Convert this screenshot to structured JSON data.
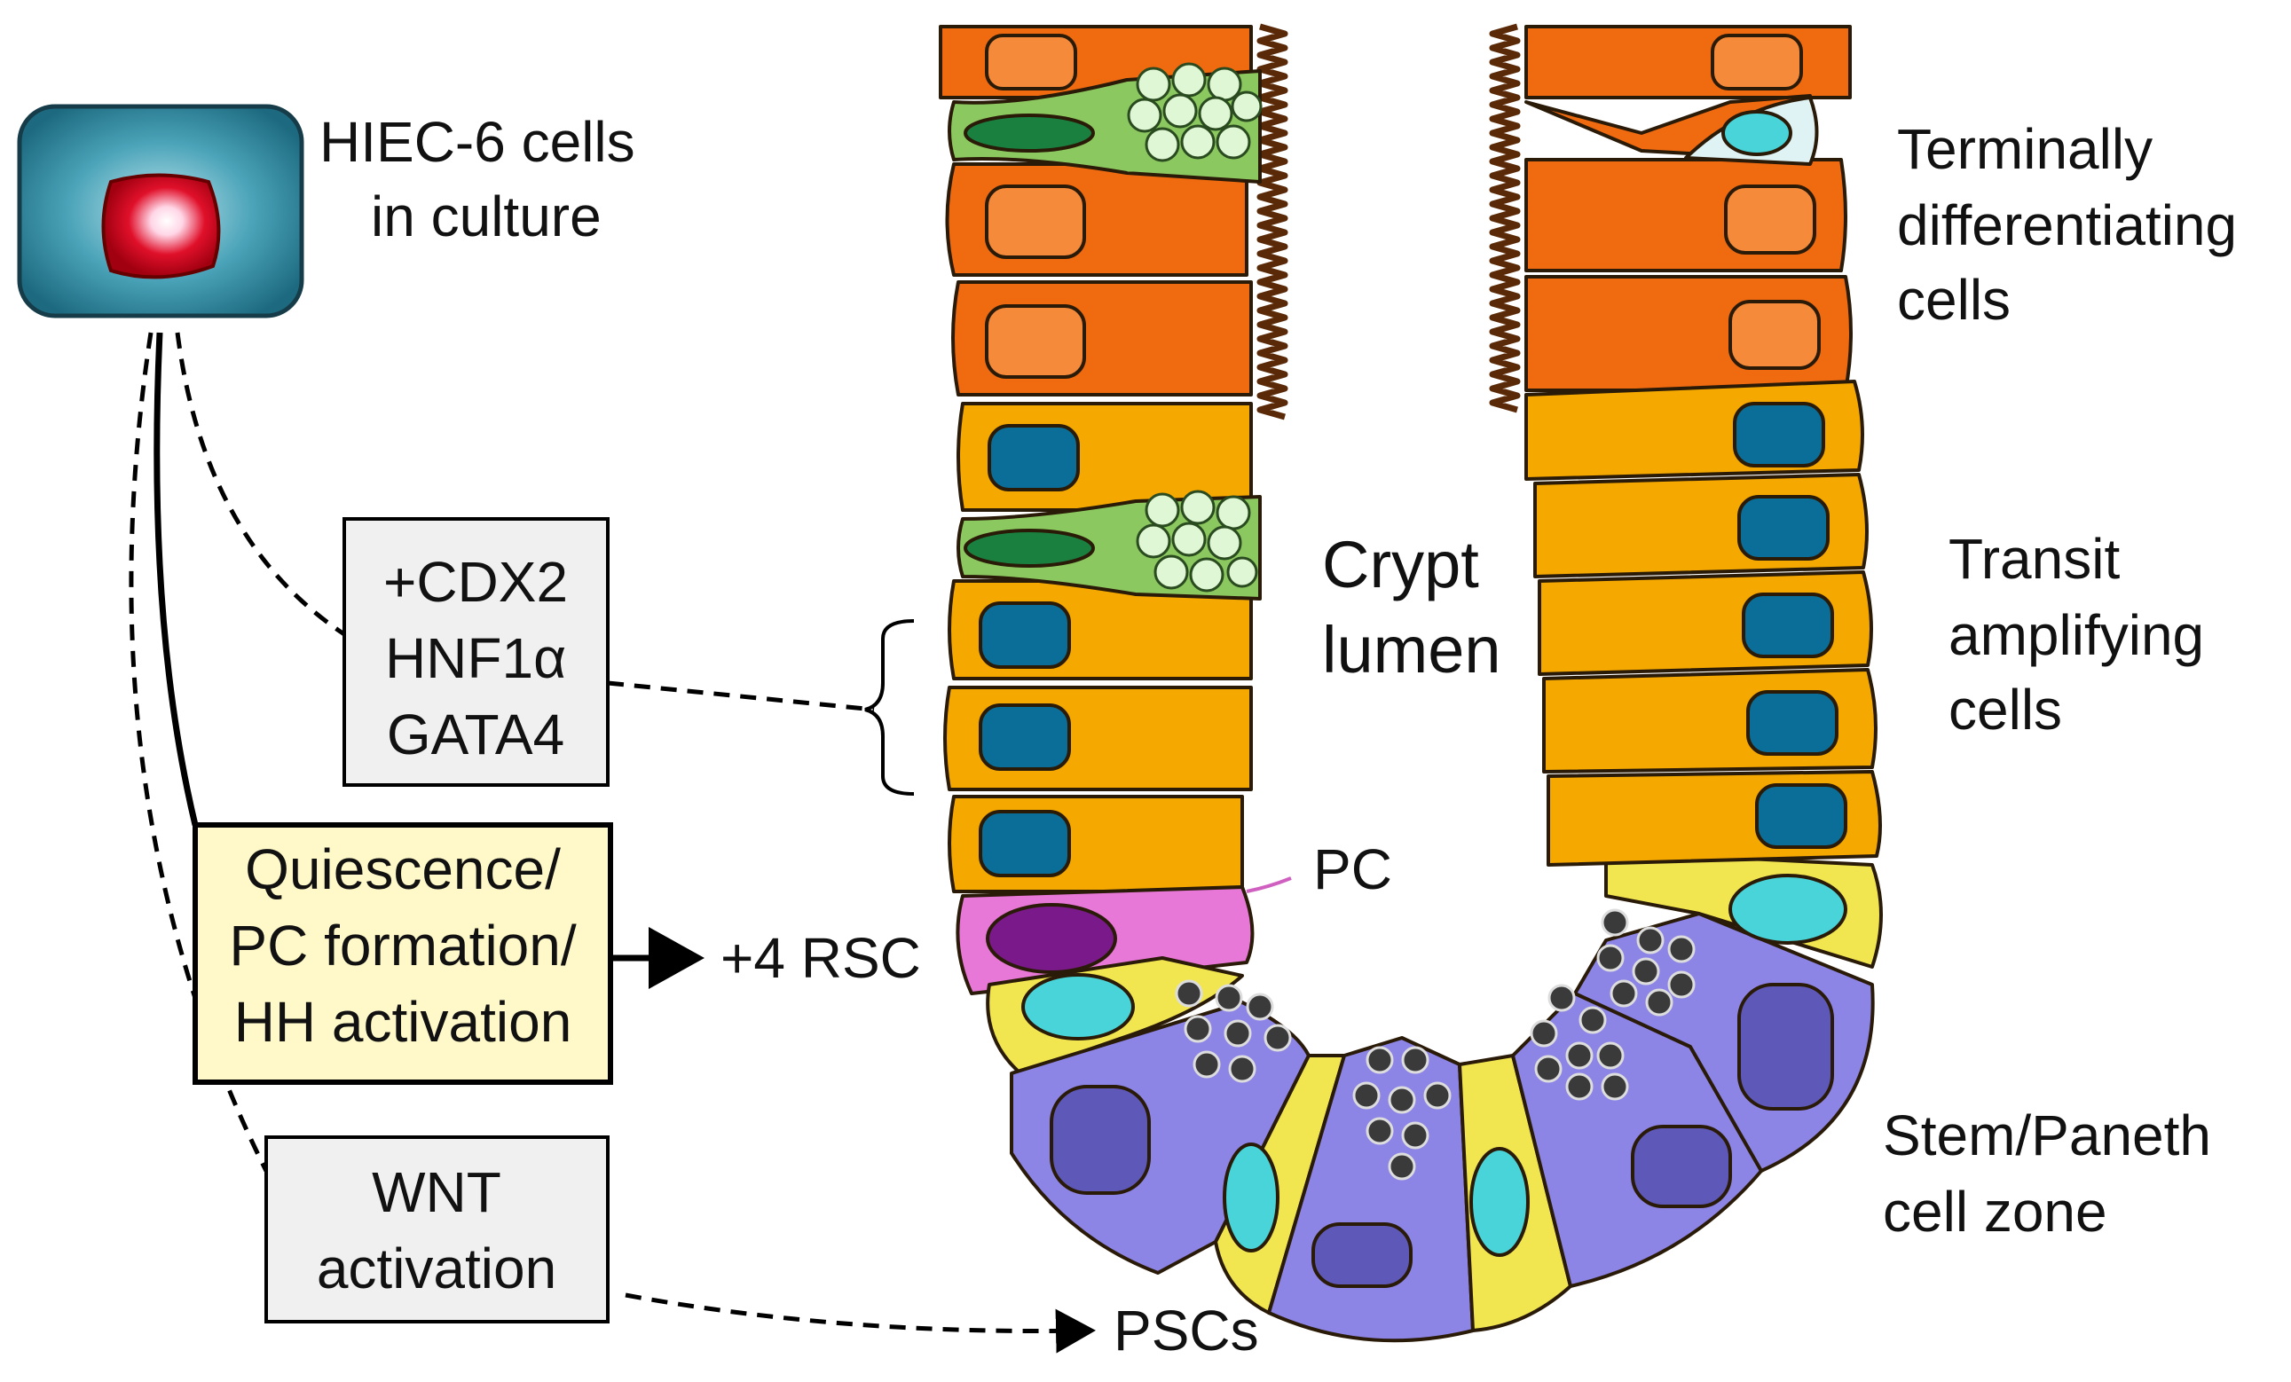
{
  "labels": {
    "hiec_line1": "HIEC-6 cells",
    "hiec_line2": "in culture",
    "terminal_line1": "Terminally",
    "terminal_line2": "differentiating",
    "terminal_line3": "cells",
    "transit_line1": "Transit",
    "transit_line2": "amplifying",
    "transit_line3": "cells",
    "stem_line1": "Stem/Paneth",
    "stem_line2": "cell zone",
    "crypt_line1": "Crypt",
    "crypt_line2": "lumen",
    "pc": "PC",
    "rsc": "+4 RSC",
    "pscs": "PSCs"
  },
  "boxes": {
    "factors": [
      "+CDX2",
      "HNF1α",
      "GATA4"
    ],
    "quiescence": [
      "Quiescence/",
      "PC formation/",
      "HH activation"
    ],
    "wnt": [
      "WNT",
      "activation"
    ]
  },
  "colors": {
    "culture_cell": "#2b7f94",
    "nucleus_red": "#d40000",
    "terminal_cells": "#f06a10",
    "transit_cells": "#f5a800",
    "stem_yellow": "#f2e650",
    "paneth_purple": "#8c85e6",
    "goblet_green": "#8cc860",
    "pc_pink": "#e878d8",
    "nucleus_blue": "#0a6e99",
    "nucleus_cyan": "#48d4d8",
    "factors_box": "#f0f0f0",
    "quiescence_box": "#fff8c8",
    "wnt_box": "#f0f0f0"
  }
}
